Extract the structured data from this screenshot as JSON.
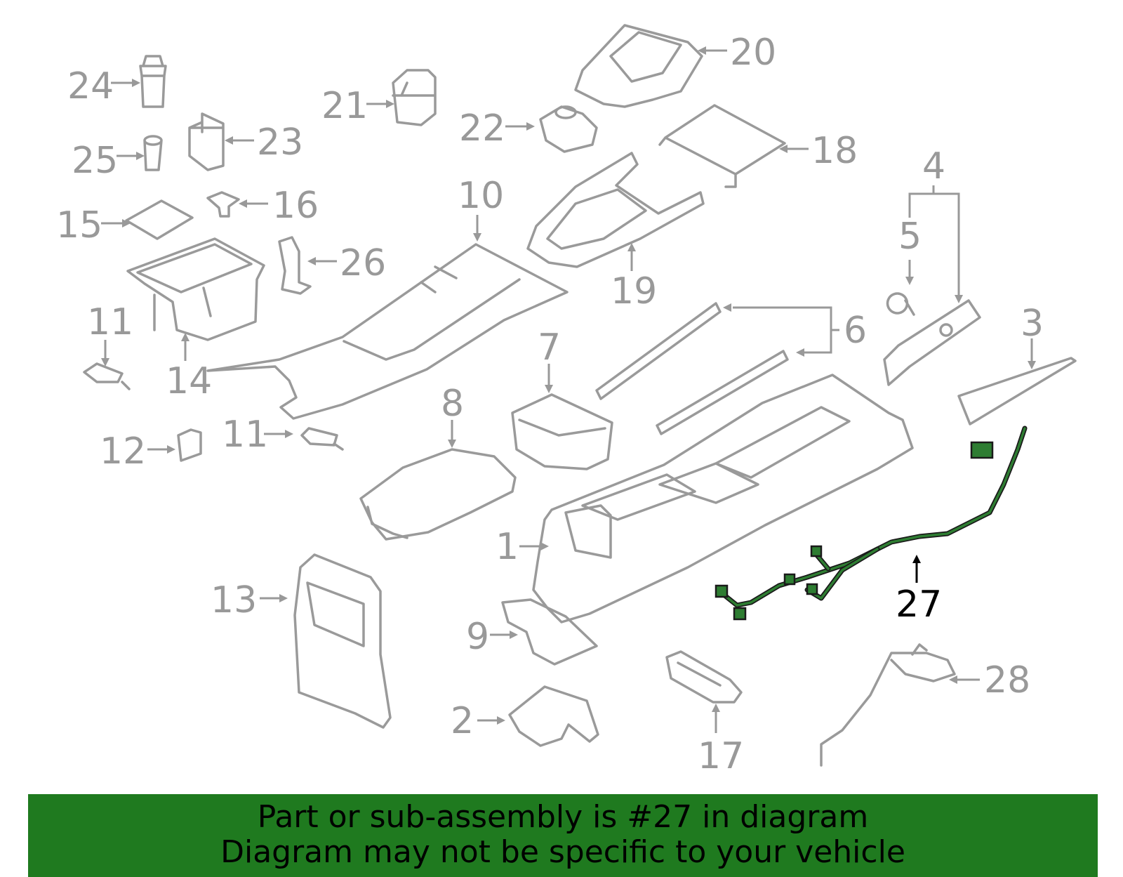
{
  "callouts": {
    "c1": "1",
    "c2": "2",
    "c3": "3",
    "c4": "4",
    "c5": "5",
    "c6": "6",
    "c7": "7",
    "c8": "8",
    "c9": "9",
    "c10": "10",
    "c11a": "11",
    "c11b": "11",
    "c12": "12",
    "c13": "13",
    "c14": "14",
    "c15": "15",
    "c16": "16",
    "c17": "17",
    "c18": "18",
    "c19": "19",
    "c20": "20",
    "c21": "21",
    "c22": "22",
    "c23": "23",
    "c24": "24",
    "c25": "25",
    "c26": "26",
    "c27": "27",
    "c28": "28"
  },
  "colors": {
    "part_line": "#9a9a9a",
    "highlight_part": "#2e7d32",
    "banner_bg": "#1f7a1f",
    "highlight_label": "#000000"
  },
  "banner": {
    "line1": "Part or sub-assembly is #27 in diagram",
    "line2": "Diagram may not be specific to your vehicle"
  }
}
